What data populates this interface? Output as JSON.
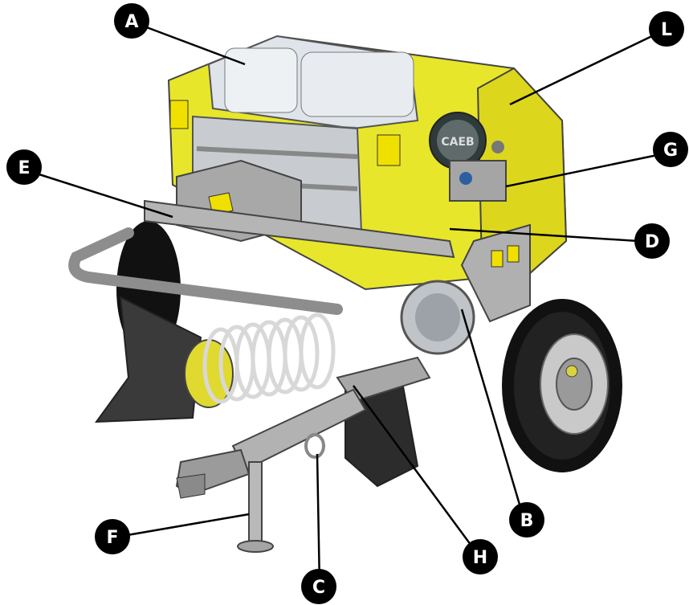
{
  "callouts": {
    "A": "A",
    "B": "B",
    "C": "C",
    "D": "D",
    "E": "E",
    "F": "F",
    "G": "G",
    "H": "H",
    "L": "L"
  },
  "colors": {
    "body_yellow": "#e8e62a",
    "frame_gray": "#a8a8a8",
    "tyre_black": "#111111",
    "callout_fill": "#000000"
  }
}
